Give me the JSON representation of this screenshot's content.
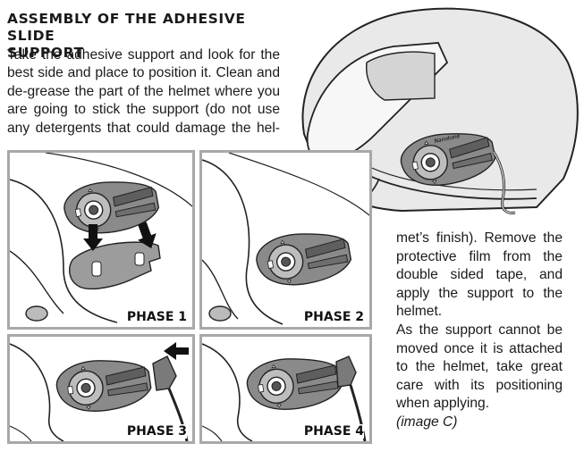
{
  "title_line1": "ASSEMBLY OF THE ADHESIVE SLIDE",
  "title_line2": "SUPPORT",
  "intro_lines": [
    "Take the adhesive support and look for the",
    "best side and place to position it. Clean and",
    "de-grease the part of the helmet where you",
    "are going to stick the support (do not use",
    "any detergents that could damage the hel-"
  ],
  "side_lines": [
    "met’s finish). Remove the",
    "protective film from the",
    "double sided tape, and",
    "apply the support to the",
    "helmet.",
    "As the support cannot be",
    "moved once it is attached",
    "to the helmet, take great",
    "care with its positioning",
    "when applying."
  ],
  "image_ref": "(image C)",
  "brand_text": "Nanotone",
  "phases": [
    {
      "label": "PHASE 1"
    },
    {
      "label": "PHASE 2"
    },
    {
      "label": "PHASE 3"
    },
    {
      "label": "PHASE 4"
    }
  ],
  "colors": {
    "panel_border": "#a8a8a8",
    "device_fill": "#8a8a8a",
    "device_dark": "#5e5e5e",
    "support_fill": "#9c9c9c",
    "helmet_fill": "#e9e9e9"
  }
}
